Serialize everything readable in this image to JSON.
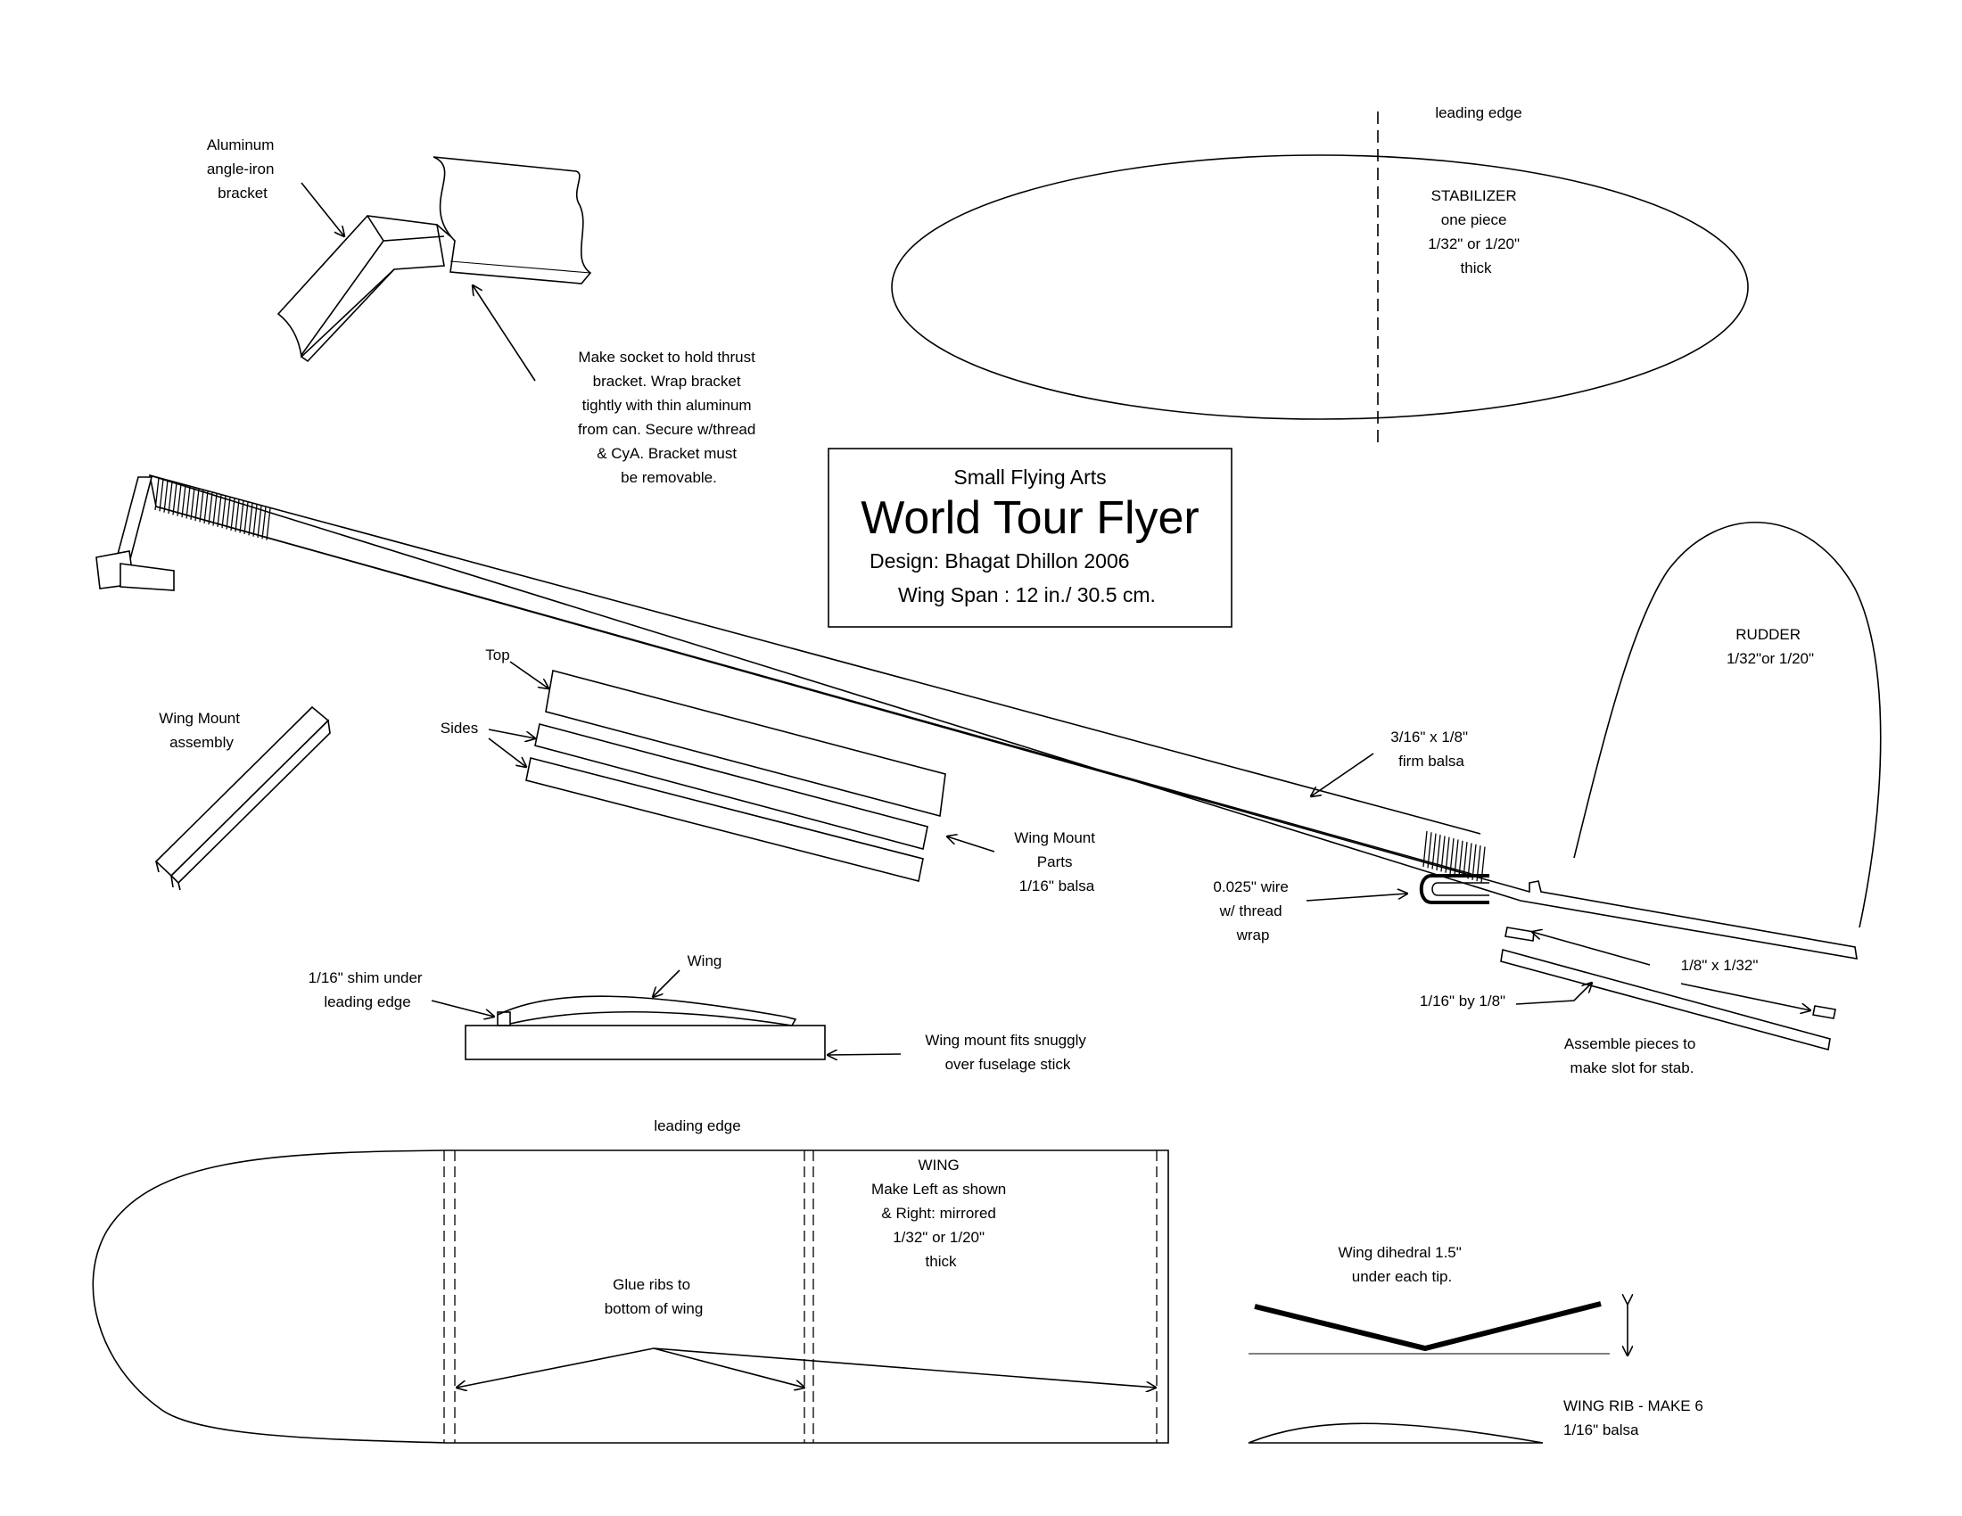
{
  "title_block": {
    "subtitle": "Small Flying Arts",
    "title": "World Tour Flyer",
    "design": "Design: Bhagat Dhillon 2006",
    "wingspan": "Wing Span : 12 in./ 30.5 cm."
  },
  "stabilizer": {
    "leading_edge": "leading edge",
    "lines": [
      "STABILIZER",
      "one piece",
      "1/32\" or 1/20\"",
      "thick"
    ]
  },
  "bracket": {
    "label": [
      "Aluminum",
      "angle-iron",
      "bracket"
    ],
    "socket_note": [
      "Make socket to hold thrust",
      "bracket. Wrap bracket",
      "tightly with thin aluminum",
      "from can. Secure w/thread",
      "& CyA. Bracket must",
      "be removable."
    ]
  },
  "rudder": {
    "lines": [
      "RUDDER",
      "1/32\"or 1/20\""
    ]
  },
  "fuselage": {
    "lines": [
      "3/16\" x 1/8\"",
      "firm balsa"
    ]
  },
  "wing_mount": {
    "assembly": [
      "Wing Mount",
      "assembly"
    ],
    "top": "Top",
    "sides": "Sides",
    "parts": [
      "Wing Mount",
      "Parts",
      "1/16\" balsa"
    ]
  },
  "wire": {
    "lines": [
      "0.025\" wire",
      "w/ thread",
      "wrap"
    ]
  },
  "stab_slot": {
    "size_a": "1/8\" x 1/32\"",
    "size_b": "1/16\" by 1/8\"",
    "note": [
      "Assemble pieces to",
      "make slot for stab."
    ]
  },
  "side_view": {
    "wing": "Wing",
    "shim": [
      "1/16\" shim under",
      "leading edge"
    ],
    "fit": [
      "Wing mount fits snuggly",
      "over fuselage stick"
    ]
  },
  "wing": {
    "leading_edge": "leading edge",
    "lines": [
      "WING",
      "Make Left as shown",
      "& Right: mirrored",
      "1/32\" or 1/20\"",
      "thick"
    ],
    "ribs": [
      "Glue ribs to",
      "bottom of wing"
    ]
  },
  "dihedral": {
    "lines": [
      "Wing dihedral 1.5\"",
      "under each tip."
    ]
  },
  "rib": {
    "lines": [
      "WING RIB - MAKE 6",
      "1/16\" balsa"
    ]
  }
}
